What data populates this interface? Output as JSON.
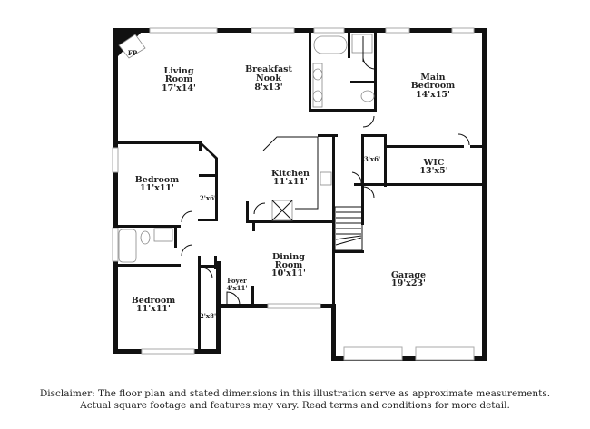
{
  "rooms": {
    "living": {
      "name1": "Living",
      "name2": "Room",
      "dims": "17'x14'"
    },
    "nook": {
      "name1": "Breakfast",
      "name2": "Nook",
      "dims": "8'x13'"
    },
    "main_bedroom": {
      "name1": "Main",
      "name2": "Bedroom",
      "dims": "14'x15'"
    },
    "wic": {
      "name": "WIC",
      "dims": "13'x5'"
    },
    "hall_closet": {
      "dims": "3'x6'"
    },
    "kitchen": {
      "name": "Kitchen",
      "dims": "11'x11'"
    },
    "bedroom1": {
      "name": "Bedroom",
      "dims": "11'x11'"
    },
    "closet1": {
      "dims": "2'x6'"
    },
    "dining": {
      "name1": "Dining",
      "name2": "Room",
      "dims": "10'x11'"
    },
    "foyer": {
      "name": "Foyer",
      "dims": "4'x11'"
    },
    "bedroom2": {
      "name": "Bedroom",
      "dims": "11'x11'"
    },
    "closet2": {
      "dims": "2'x8'"
    },
    "garage": {
      "name": "Garage",
      "dims": "19'x23'"
    },
    "fireplace": {
      "label": "FP"
    }
  },
  "disclaimer": {
    "line1": "Disclaimer: The floor plan and stated dimensions in this illustration serve as approximate measurements.",
    "line2": "Actual square footage and features may vary. Read terms and conditions for more detail."
  }
}
